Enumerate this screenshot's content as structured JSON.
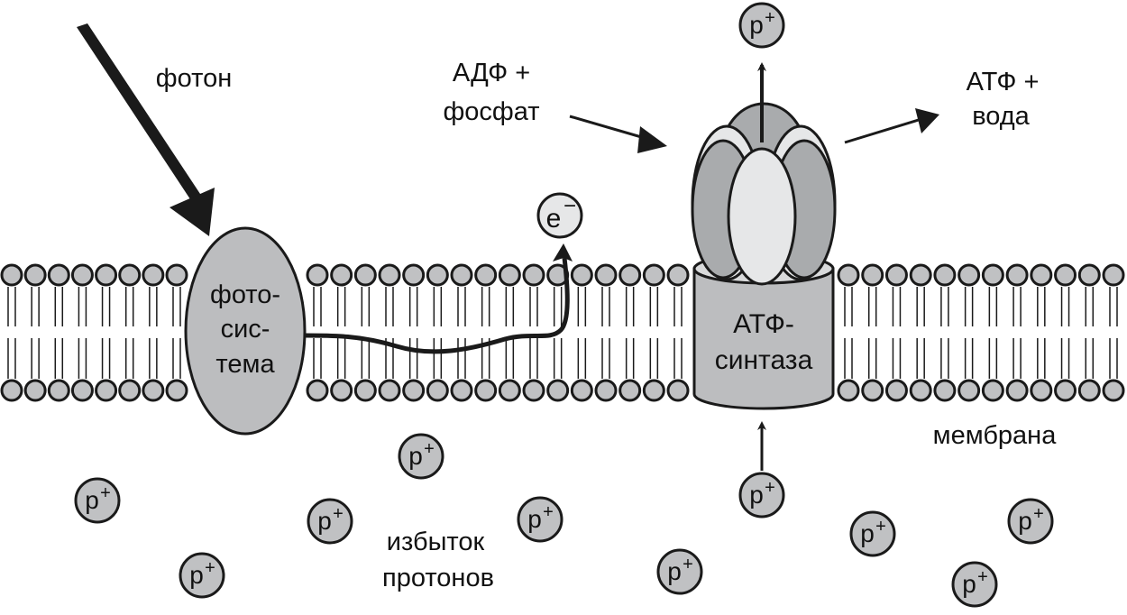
{
  "diagram": {
    "title": "Photosynthesis: proton gradient drives ATP synthase",
    "labels": {
      "photon": "фотон",
      "photosystem": [
        "фото-",
        "сис-",
        "тема"
      ],
      "adp_phosphate": [
        "АДФ +",
        "фосфат"
      ],
      "atp_water": [
        "АТФ +",
        "вода"
      ],
      "atp_synthase": [
        "АТФ-",
        "синтаза"
      ],
      "membrane": "мембрана",
      "proton_excess": [
        "избыток",
        "протонов"
      ],
      "electron": "e",
      "electron_sign": "−",
      "proton": "p",
      "proton_sign": "+"
    },
    "colors": {
      "head_fill": "#c0c1c3",
      "protein_fill": "#bcbdbf",
      "light_fill": "#e6e7e8",
      "dark_fill": "#a9abad",
      "stroke": "#1a1a1a"
    },
    "proton_count_below": 10,
    "proton_count_above": 1
  }
}
